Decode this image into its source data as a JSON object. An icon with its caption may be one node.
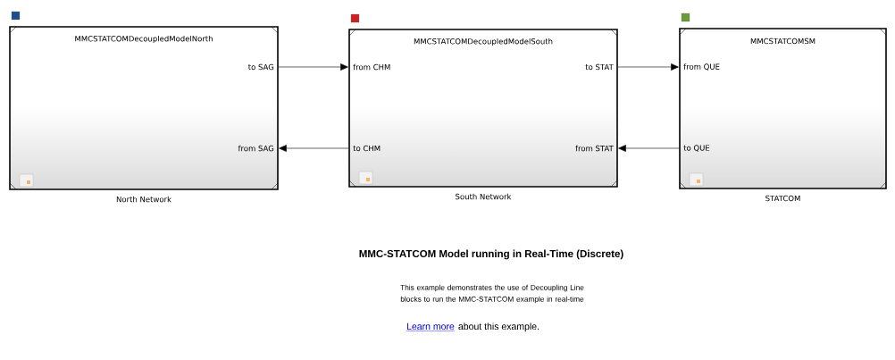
{
  "diagram": {
    "title": "MMC-STATCOM Model running in Real-Time (Discrete)",
    "nodes": [
      {
        "text": [
          "MMCSTATCOMDecoupledModelNorth",
          "to SAG",
          "from SAG"
        ],
        "beside": [
          "North Network"
        ]
      },
      {
        "text": [
          "MMCSTATCOMDecoupledModelSouth",
          "from CHM",
          "to CHM",
          "to STAT",
          "from STAT"
        ],
        "beside": [
          "South Network"
        ]
      },
      {
        "text": [
          "MMCSTATCOMSM",
          "from QUE",
          "to QUE"
        ],
        "beside": [
          "STATCOM"
        ]
      }
    ],
    "edges": [
      {
        "from": 0,
        "to": 1,
        "arrow": "to"
      },
      {
        "from": 1,
        "to": 0,
        "arrow": "to"
      },
      {
        "from": 1,
        "to": 2,
        "arrow": "to"
      },
      {
        "from": 2,
        "to": 1,
        "arrow": "to"
      }
    ],
    "labels": [
      "This example demonstrates the use of Decoupling Line blocks to run the MMC-STATCOM example in real-time",
      "Learn more",
      "about this example."
    ]
  }
}
